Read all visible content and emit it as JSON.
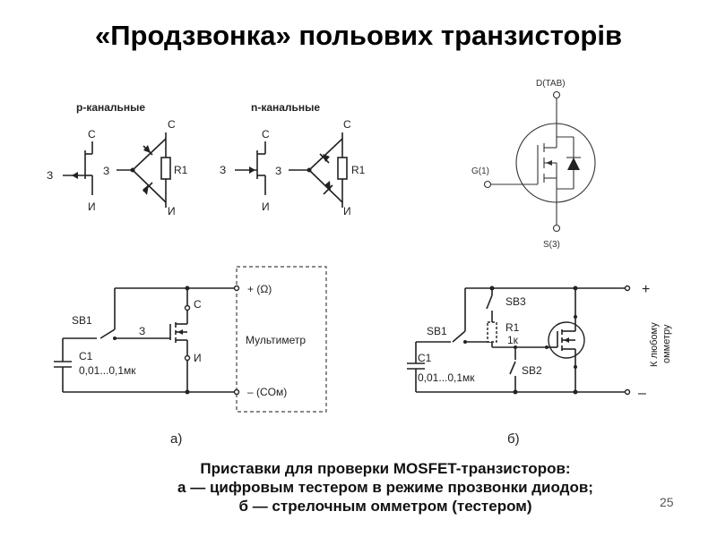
{
  "slide": {
    "title": "«Продзвонка» польових транзисторів",
    "page_number": "25"
  },
  "symbols": {
    "p_channel_heading": "р-канальные",
    "n_channel_heading": "n-канальные",
    "gate_letter": "З",
    "drain_letter": "С",
    "source_letter": "И",
    "resistor_label": "R1"
  },
  "mosfet_symbol": {
    "drain_label": "D(TAB)",
    "gate_label": "G(1)",
    "source_label": "S(3)"
  },
  "circuit_a": {
    "switch_label": "SB1",
    "capacitor_label": "C1",
    "capacitor_value": "0,01...0,1мк",
    "gate_label": "З",
    "drain_label": "С",
    "source_label": "И",
    "plus_terminal": "+ (Ω)",
    "minus_terminal": "– (COм)",
    "meter_label": "Мультиметр",
    "figure_label": "а)"
  },
  "circuit_b": {
    "switch1_label": "SB1",
    "switch3_label": "SB3",
    "switch2_label": "SB2",
    "resistor_label": "R1",
    "resistor_value": "1к",
    "capacitor_label": "C1",
    "capacitor_value": "0,01...0,1мк",
    "plus_terminal": "+",
    "minus_terminal": "–",
    "ohmmeter_line1": "К любому",
    "ohmmeter_line2": "омметру",
    "figure_label": "б)"
  },
  "caption": {
    "line1": "Приставки для проверки MOSFET-транзисторов:",
    "line2": "а — цифровым тестером в режиме прозвонки диодов;",
    "line3": "б — стрелочным омметром (тестером)"
  }
}
